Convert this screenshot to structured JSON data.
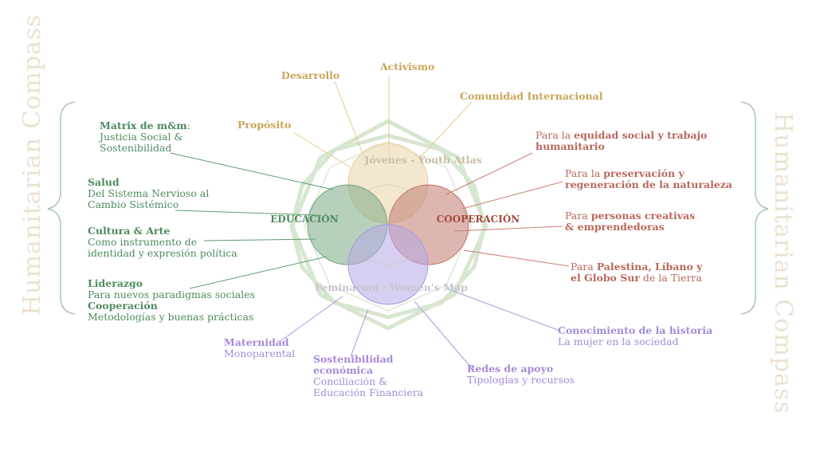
{
  "title": "Humanitarian Compass",
  "colors": {
    "green": "#4e8b5f",
    "gold": "#c9a559",
    "red": "#b9675c",
    "purple": "#a58ad7",
    "title_watermark": "#ece1d2"
  },
  "circles": {
    "top": "Jóvenes - Youth Atlas",
    "left": "EDUCACIÓN",
    "right": "COOPERACIÓN",
    "bottom": "Feminarum - Women's Map"
  },
  "top_labels": {
    "desarrollo": "Desarrollo",
    "activismo": "Activismo",
    "comunidad": "Comunidad Internacional",
    "proposito": "Propósito"
  },
  "left_labels": {
    "matrix_title": "Matrix de m&m",
    "matrix_colon": ":",
    "matrix_l1": "Justicia Social &",
    "matrix_l2": "Sostenibilidad",
    "salud_title": "Salud",
    "salud_l1": "Del Sistema Nervioso al",
    "salud_l2": "Cambio Sistémico",
    "cultura_title": "Cultura & Arte",
    "cultura_l1": "Como instrumento de",
    "cultura_l2": "identidad y expresión política",
    "liderazgo_title": "Liderazgo",
    "liderazgo_l1": "Para nuevos paradigmas sociales",
    "cooperacion_title": "Cooperación",
    "cooperacion_l1": "Metodologías y buenas prácticas"
  },
  "right_labels": {
    "r1_pre": "Para la ",
    "r1_bold1": "equidad social y trabajo",
    "r1_bold2": "humanitario",
    "r2_pre": "Para la ",
    "r2_bold1": "preservación y",
    "r2_bold2": "regeneración de la naturaleza",
    "r3_pre": "Para ",
    "r3_bold1": "personas creativas",
    "r3_bold2": "& emprendedoras",
    "r4_pre": "Para ",
    "r4_bold1": "Palestina, Líbano y",
    "r4_bold2": "el Globo Sur",
    "r4_post": " de la Tierra"
  },
  "bottom_labels": {
    "maternidad_title": "Maternidad",
    "maternidad_l1": "Monoparental",
    "sost_title1": "Sostenibilidad",
    "sost_title2": "económica",
    "sost_l1": "Conciliación &",
    "sost_l2": "Educación Financiera",
    "redes_title": "Redes de apoyo",
    "redes_l1": "Tipologías y recursos",
    "conoc_title": "Conocimiento de la historia",
    "conoc_l1": "La mujer en la sociedad"
  }
}
